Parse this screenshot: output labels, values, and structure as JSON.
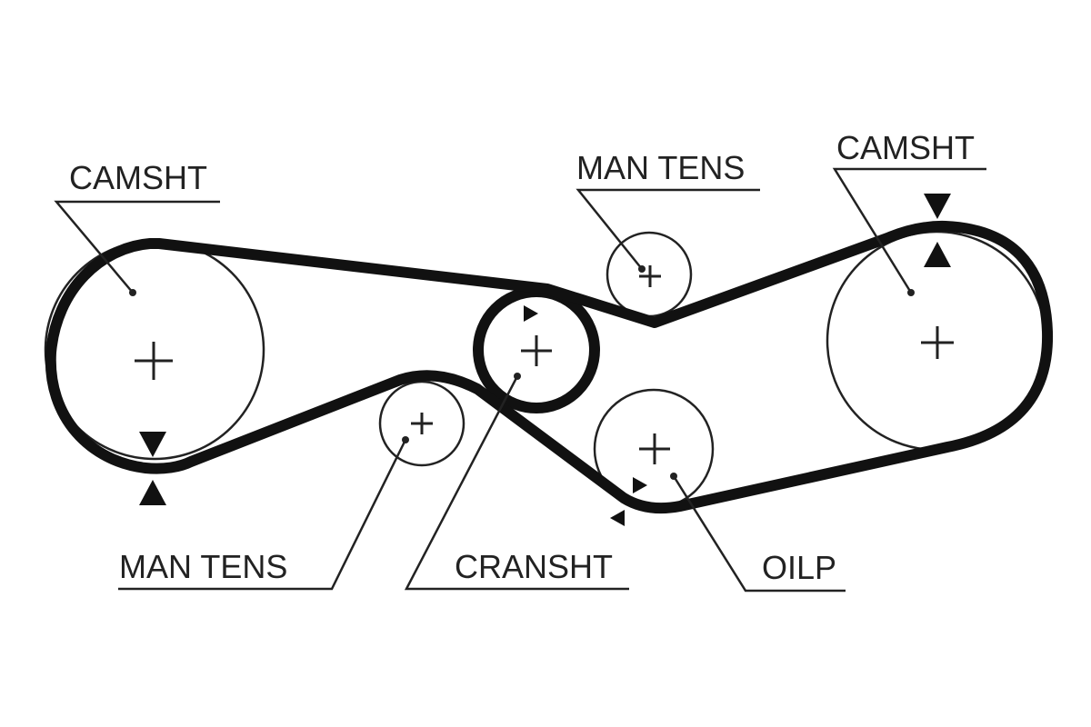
{
  "labels": {
    "camshaft_left": "CAMSHT",
    "camshaft_right": "CAMSHT",
    "tensioner_upper": "MAN TENS",
    "tensioner_lower": "MAN TENS",
    "crankshaft": "CRANSHT",
    "oil_pump": "OILP"
  },
  "colors": {
    "line": "#222222",
    "belt": "#111111",
    "background": "#ffffff"
  }
}
